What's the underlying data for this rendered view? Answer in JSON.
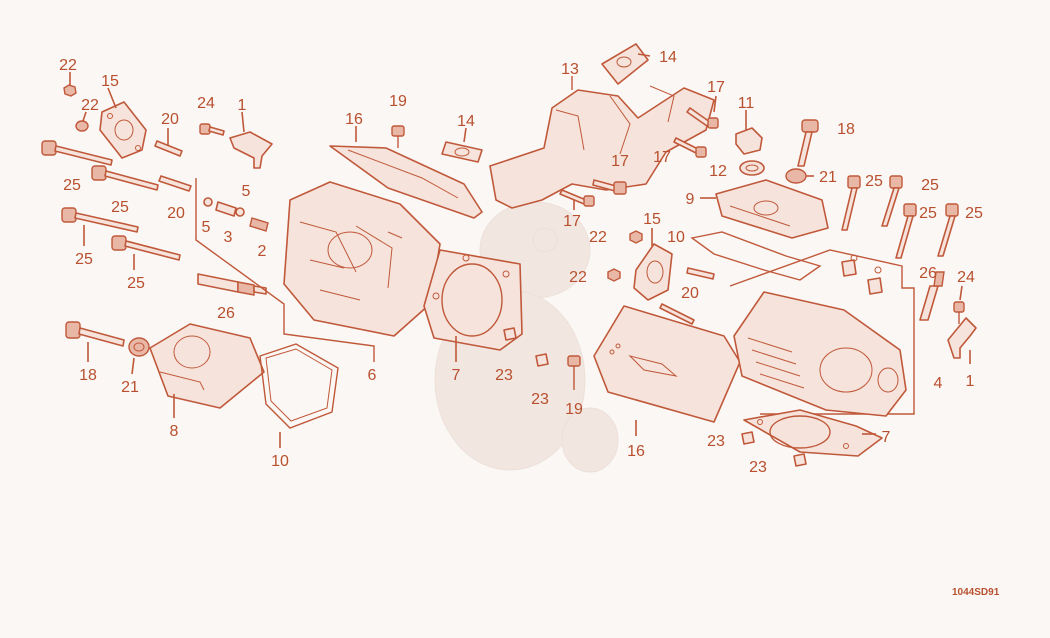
{
  "diagram_code": "1044SD91",
  "colors": {
    "ink": "#c0583a",
    "text": "#b8502f",
    "background": "#fbf7f4",
    "fill": "#f6e4dc"
  },
  "callouts": [
    {
      "id": "c1",
      "label": "22"
    },
    {
      "id": "c2",
      "label": "15"
    },
    {
      "id": "c3",
      "label": "22"
    },
    {
      "id": "c4",
      "label": "24"
    },
    {
      "id": "c5",
      "label": "1"
    },
    {
      "id": "c6",
      "label": "20"
    },
    {
      "id": "c7",
      "label": "25"
    },
    {
      "id": "c8",
      "label": "25"
    },
    {
      "id": "c9",
      "label": "20"
    },
    {
      "id": "c10",
      "label": "5"
    },
    {
      "id": "c11",
      "label": "5"
    },
    {
      "id": "c12",
      "label": "3"
    },
    {
      "id": "c13",
      "label": "2"
    },
    {
      "id": "c14",
      "label": "25"
    },
    {
      "id": "c15",
      "label": "25"
    },
    {
      "id": "c16",
      "label": "26"
    },
    {
      "id": "c17",
      "label": "18"
    },
    {
      "id": "c18",
      "label": "21"
    },
    {
      "id": "c19",
      "label": "8"
    },
    {
      "id": "c20",
      "label": "10"
    },
    {
      "id": "c21",
      "label": "16"
    },
    {
      "id": "c22",
      "label": "19"
    },
    {
      "id": "c23",
      "label": "6"
    },
    {
      "id": "c24",
      "label": "14"
    },
    {
      "id": "c25",
      "label": "7"
    },
    {
      "id": "c26",
      "label": "23"
    },
    {
      "id": "c27",
      "label": "13"
    },
    {
      "id": "c28",
      "label": "14"
    },
    {
      "id": "c29",
      "label": "17"
    },
    {
      "id": "c30",
      "label": "11"
    },
    {
      "id": "c31",
      "label": "18"
    },
    {
      "id": "c32",
      "label": "17"
    },
    {
      "id": "c33",
      "label": "12"
    },
    {
      "id": "c34",
      "label": "21"
    },
    {
      "id": "c35",
      "label": "17"
    },
    {
      "id": "c36",
      "label": "9"
    },
    {
      "id": "c37",
      "label": "25"
    },
    {
      "id": "c38",
      "label": "25"
    },
    {
      "id": "c39",
      "label": "25"
    },
    {
      "id": "c40",
      "label": "25"
    },
    {
      "id": "c41",
      "label": "17"
    },
    {
      "id": "c42",
      "label": "15"
    },
    {
      "id": "c43",
      "label": "22"
    },
    {
      "id": "c44",
      "label": "10"
    },
    {
      "id": "c45",
      "label": "22"
    },
    {
      "id": "c46",
      "label": "20"
    },
    {
      "id": "c47",
      "label": "26"
    },
    {
      "id": "c48",
      "label": "24"
    },
    {
      "id": "c49",
      "label": "23"
    },
    {
      "id": "c50",
      "label": "19"
    },
    {
      "id": "c51",
      "label": "1"
    },
    {
      "id": "c52",
      "label": "4"
    },
    {
      "id": "c53",
      "label": "16"
    },
    {
      "id": "c54",
      "label": "23"
    },
    {
      "id": "c55",
      "label": "7"
    },
    {
      "id": "c56",
      "label": "23"
    }
  ]
}
